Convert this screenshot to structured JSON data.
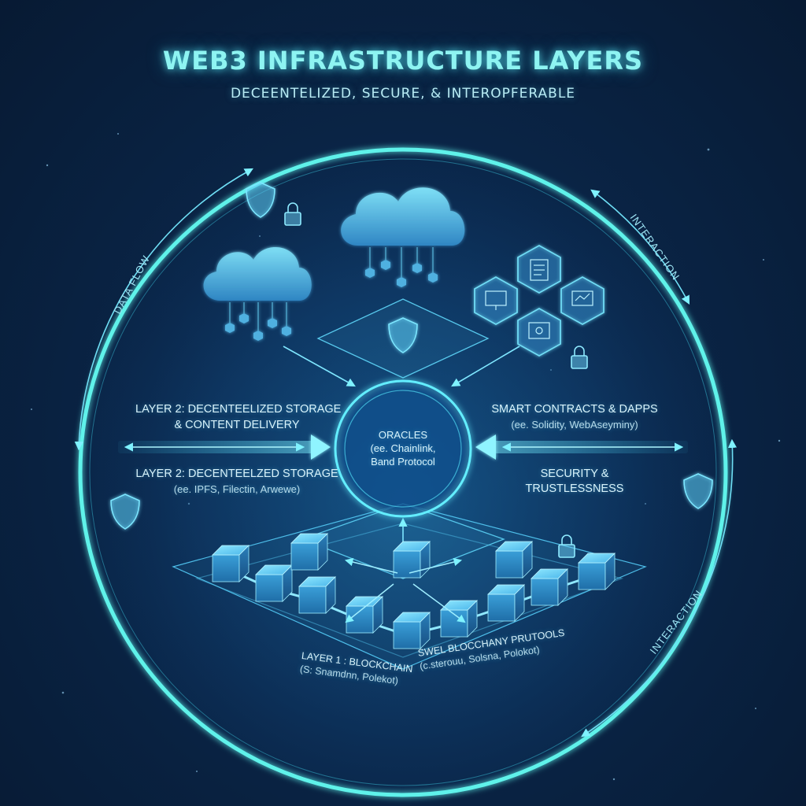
{
  "header": {
    "title": "WEB3 INFRASTRUCTURE LAYERS",
    "subtitle": "DECEENTELIZED, SECURE, & INTEROPFERABLE"
  },
  "arcs": {
    "data_flow": "DATA FLOW",
    "interaction_top": "INTERACTION",
    "interaction_bottom": "INTERACTION"
  },
  "storage_layer": {
    "title_line1": "LAYER 2: DECENTEELIZED STORAGE",
    "title_line2": "& CONTENT DELIVERY",
    "sub_title": "LAYER 2: DECENTEELZED STORAGE",
    "examples": "(ee. IPFS, Filectin, Arwewe)"
  },
  "oracles": {
    "line1": "ORACLES",
    "line2": "(ee. Chainlink,",
    "line3": "Band Protocol"
  },
  "contracts": {
    "title": "SMART CONTRACTS & DAPPS",
    "examples": "(ee. Solidity, WebAseyminy)",
    "security_line1": "SECURITY &",
    "security_line2": "TRUSTLESSNESS"
  },
  "blockchain": {
    "left_line1": "LAYER 1 : BLOCKCHAIN",
    "left_line2": "(S: Snamdnn, Polekot)",
    "right_line1": "SWEL BLOCCHANY PRUTOOLS",
    "right_line2": "(c.sterouu, Solsna, Polokot)"
  },
  "colors": {
    "accent": "#5ff2ea",
    "glow": "#3fd8ff",
    "background": "#0a2547",
    "text": "#d8f3fb"
  },
  "icons": [
    "shield-icon",
    "lock-icon",
    "cloud-icon",
    "hexagon-icon",
    "cube-icon",
    "arrow-icon"
  ]
}
